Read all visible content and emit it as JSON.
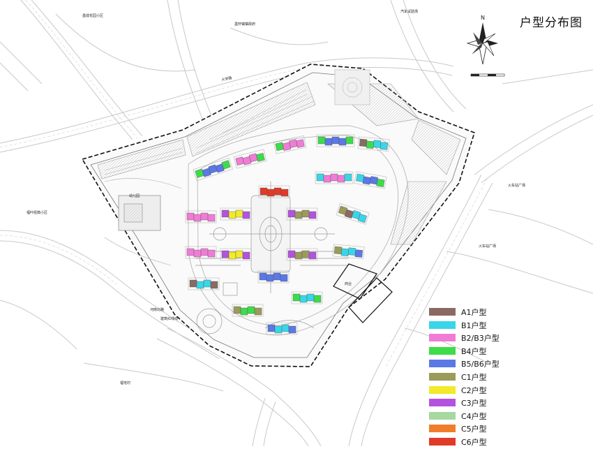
{
  "title": "户型分布图",
  "compass": {
    "letter": "N"
  },
  "streets": [
    {
      "name": "墨成花园小区"
    },
    {
      "name": "墨轩镇镇政府"
    },
    {
      "name": "汽车试验场"
    },
    {
      "name": "大学路"
    },
    {
      "name": "福叶经典小区"
    },
    {
      "name": "火车站广场"
    },
    {
      "name": "火车站广场"
    },
    {
      "name": "福宅村"
    },
    {
      "name": "河南北路"
    },
    {
      "name": "建筑红线线"
    },
    {
      "name": "幼儿园"
    },
    {
      "name": "商业"
    }
  ],
  "legend": [
    {
      "label": "A1户型",
      "color": "#8a6a62"
    },
    {
      "label": "B1户型",
      "color": "#38d6e8"
    },
    {
      "label": "B2/B3户型",
      "color": "#f07cd6"
    },
    {
      "label": "B4户型",
      "color": "#3ddc4a"
    },
    {
      "label": "B5/B6户型",
      "color": "#5a78e6"
    },
    {
      "label": "C1户型",
      "color": "#9b9b5a"
    },
    {
      "label": "C2户型",
      "color": "#f2ea2a"
    },
    {
      "label": "C3户型",
      "color": "#b452e0"
    },
    {
      "label": "C4户型",
      "color": "#a6d8a0"
    },
    {
      "label": "C5户型",
      "color": "#f07d2a"
    },
    {
      "label": "C6户型",
      "color": "#e03a28"
    }
  ]
}
